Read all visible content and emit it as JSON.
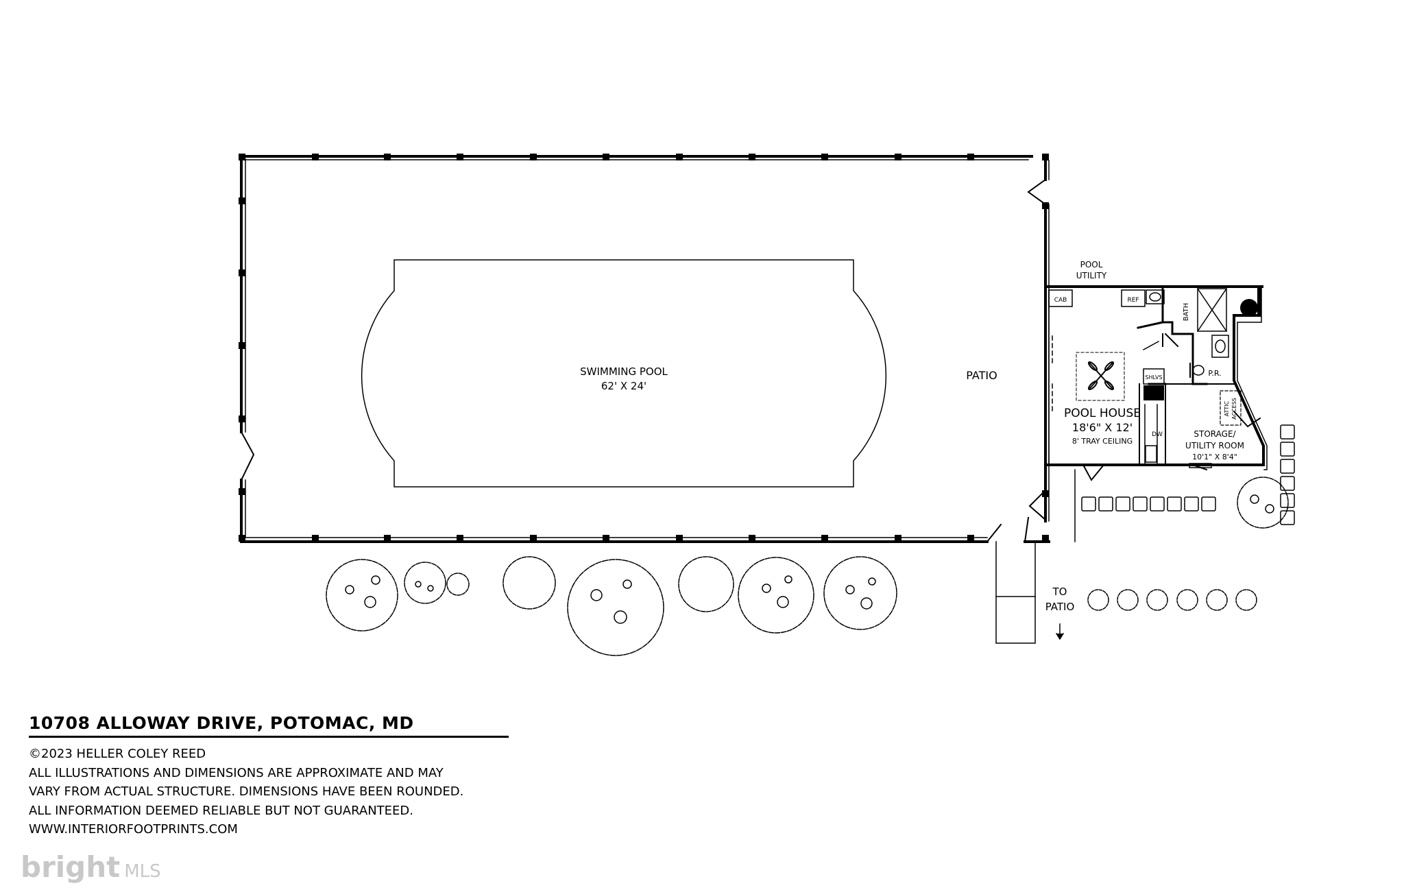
{
  "plan": {
    "pool_label": "SWIMMING POOL",
    "pool_dims": "62' X 24'",
    "patio": "PATIO",
    "pool_utility_1": "POOL",
    "pool_utility_2": "UTILITY",
    "cab": "CAB",
    "ref": "REF",
    "bath": "BATH",
    "pr": "P.R.",
    "shlvs": "SHLVS",
    "dw": "DW",
    "attic_1": "ATTIC",
    "attic_2": "ACCESS",
    "pool_house": "POOL HOUSE",
    "pool_house_dims": "18'6\" X 12'",
    "pool_house_ceiling": "8' TRAY CEILING",
    "storage_1": "STORAGE/",
    "storage_2": "UTILITY ROOM",
    "storage_dims": "10'1\" X 8'4\"",
    "to": "TO",
    "to_patio": "PATIO"
  },
  "legend": {
    "address": "10708 ALLOWAY DRIVE, POTOMAC, MD",
    "copyright": "©2023 HELLER COLEY REED",
    "disclaimer_1": "ALL ILLUSTRATIONS AND DIMENSIONS ARE APPROXIMATE AND MAY",
    "disclaimer_2": "VARY FROM ACTUAL STRUCTURE. DIMENSIONS HAVE BEEN ROUNDED.",
    "disclaimer_3": "ALL INFORMATION DEEMED RELIABLE BUT NOT GUARANTEED.",
    "website": "WWW.INTERIORFOOTPRINTS.COM"
  },
  "watermark": {
    "brand": "bright",
    "suffix": "MLS"
  }
}
